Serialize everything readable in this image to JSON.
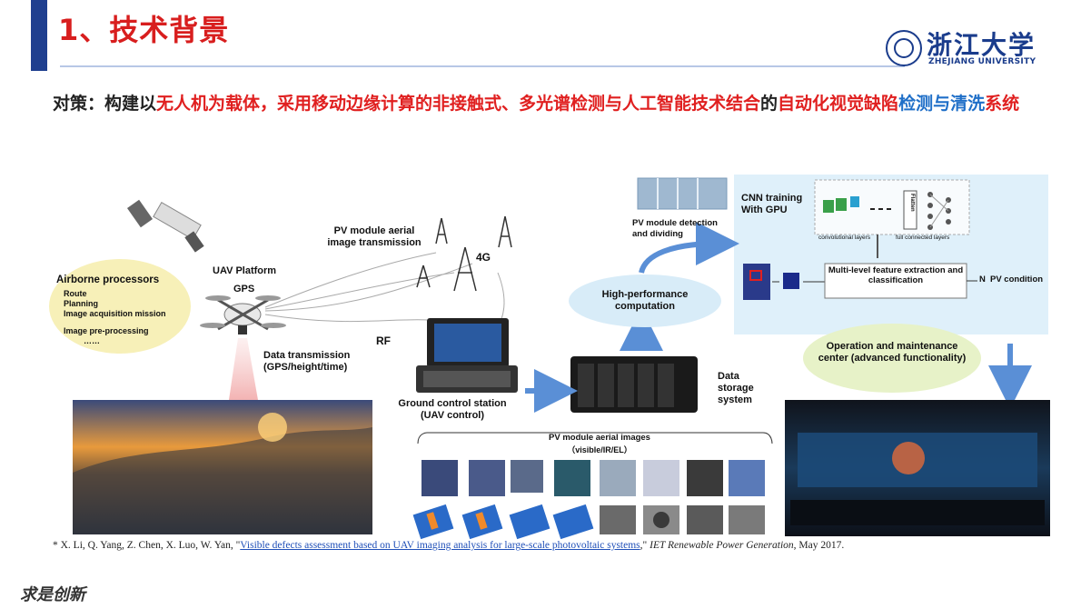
{
  "header": {
    "title": "1、技术背景"
  },
  "logo": {
    "cn": "浙江大学",
    "en": "ZHEJIANG UNIVERSITY"
  },
  "strategy": {
    "prefix": "对策：构建以",
    "red1": "无人机为载体，采用移动边缘计算的非接触式、多光谱检测与人工智能技术结合",
    "mid": "的",
    "red2": "自动化视觉缺陷",
    "blue1": "检测与清洗",
    "red3": "系统"
  },
  "diagram": {
    "airborne": {
      "title": "Airborne processors",
      "items": [
        "Route",
        "Planning",
        "Image acquisition mission",
        "Image pre-processing",
        "……"
      ]
    },
    "uav_platform": "UAV Platform",
    "gps": "GPS",
    "pv_transmission": "PV module aerial image transmission",
    "label_4g": "4G",
    "label_rf": "RF",
    "data_transmission": "Data transmission (GPS/height/time)",
    "ground_station": "Ground control station (UAV control)",
    "pv_detection": "PV module detection and dividing",
    "hpc": "High-performance computation",
    "data_storage": "Data storage system",
    "cnn": {
      "title": "CNN training With GPU",
      "flatten": "Flatten",
      "conv_caption": "convolutional layers",
      "fc_caption": "full connected layers",
      "multi_level": "Multi-level feature extraction and classification",
      "n_label": "N",
      "pv_condition": "PV condition"
    },
    "operation_center": "Operation and maintenance center (advanced functionality)",
    "aerial_images": "PV module aerial images",
    "aerial_images_sub": "（visible/IR/EL）"
  },
  "footnote": {
    "prefix": "* X. Li, Q. Yang, Z. Chen, X. Luo, W. Yan, \"",
    "link": "Visible defects assessment based on UAV imaging analysis for large-scale photovoltaic systems",
    "mid": ",\" ",
    "journal": "IET Renewable Power Generation",
    "suffix": ", May 2017."
  },
  "motto": "求是创新",
  "colors": {
    "title_red": "#d81e1e",
    "accent_blue": "#1f6fc8",
    "bar_blue": "#1f3f8f"
  }
}
